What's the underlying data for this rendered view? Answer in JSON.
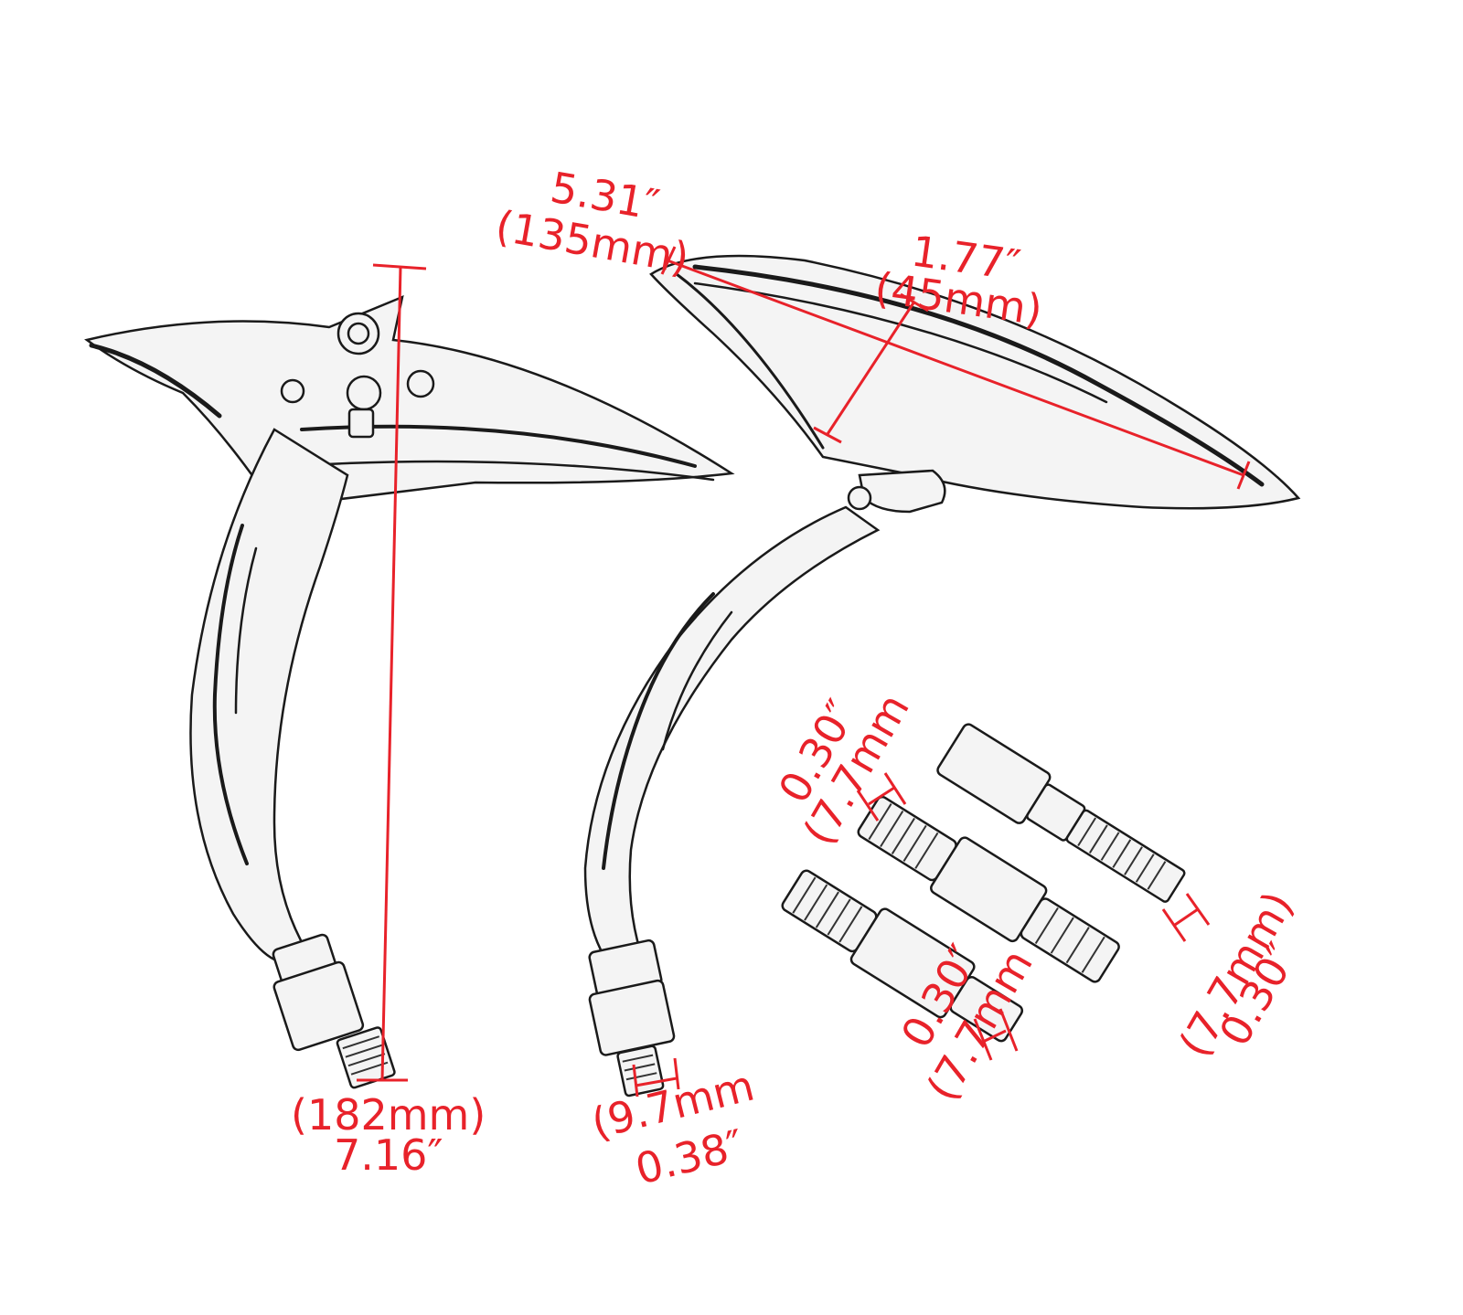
{
  "colors": {
    "dimension": "#e8222a",
    "ink": "#1a1a1a",
    "background": "#ffffff"
  },
  "labels": {
    "mirror_length_in": "5.31″",
    "mirror_length_mm": "(135mm)",
    "mirror_width_in": "1.77″",
    "mirror_width_mm": "(45mm)",
    "total_height_mm": "(182mm)",
    "total_height_in": "7.16″",
    "thread_diameter_mm": "(9.7mm",
    "thread_diameter_in": "0.38″",
    "bolt1_thread_in": "0.30″",
    "bolt1_thread_mm": "(7.7mm",
    "bolt2_thread_in": "0.30″",
    "bolt2_thread_mm": "(7.7mm",
    "bolt3_thread_mm": "(7.7mm)",
    "bolt3_thread_in": "0.30″"
  }
}
